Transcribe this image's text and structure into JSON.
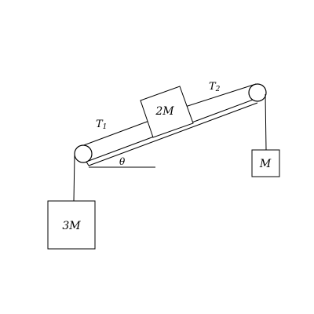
{
  "labels": {
    "tension_left_main": "T",
    "tension_left_sub": "1",
    "tension_right_main": "T",
    "tension_right_sub": "2",
    "angle": "θ",
    "block_on_incline": "2M",
    "hanging_mass_left": "3M",
    "hanging_mass_right": "M"
  }
}
